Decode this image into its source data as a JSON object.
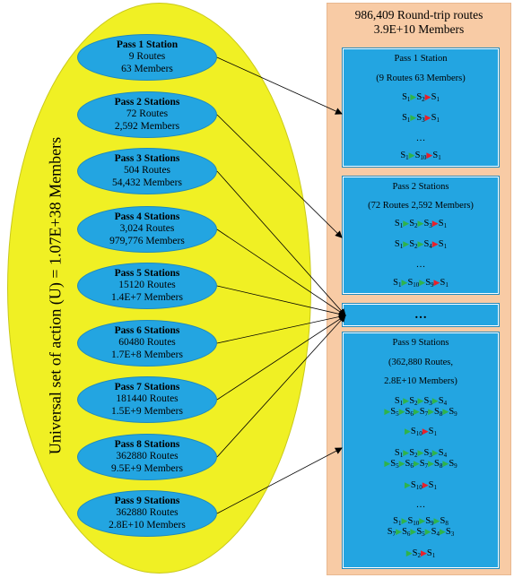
{
  "universal_label": "Universal set of action  (U) = 1.07E+38 Members",
  "panel": {
    "title_line1": "986,409 Round-trip routes",
    "title_line2": "3.9E+10 Members"
  },
  "passes": [
    {
      "title": "Pass 1 Station",
      "routes": "9 Routes",
      "members": "63 Members"
    },
    {
      "title": "Pass 2 Stations",
      "routes": "72 Routes",
      "members": "2,592 Members"
    },
    {
      "title": "Pass 3 Stations",
      "routes": "504 Routes",
      "members": "54,432 Members"
    },
    {
      "title": "Pass 4 Stations",
      "routes": "3,024 Routes",
      "members": "979,776 Members"
    },
    {
      "title": "Pass 5 Stations",
      "routes": "15120 Routes",
      "members": "1.4E+7 Members"
    },
    {
      "title": "Pass 6 Stations",
      "routes": "60480 Routes",
      "members": "1.7E+8 Members"
    },
    {
      "title": "Pass 7 Stations",
      "routes": "181440 Routes",
      "members": "1.5E+9 Members"
    },
    {
      "title": "Pass 8 Stations",
      "routes": "362880 Routes",
      "members": "9.5E+9 Members"
    },
    {
      "title": "Pass 9 Stations",
      "routes": "362880 Routes",
      "members": "2.8E+10 Members"
    }
  ],
  "box1": {
    "title": "Pass 1 Station",
    "summary": "(9 Routes 63 Members)",
    "dots": "…",
    "s": "S",
    "sub": {
      "a": "1",
      "b": "2",
      "c": "3",
      "d": "10"
    }
  },
  "box2": {
    "title": "Pass 2 Stations",
    "summary": "(72 Routes 2,592 Members)",
    "dots": "…",
    "sub": {
      "a": "1",
      "b": "2",
      "c": "3",
      "d": "4",
      "e": "10",
      "f": "9"
    }
  },
  "ellipsis_box": "…",
  "box9": {
    "title": "Pass 9 Stations",
    "summary1": "(362,880 Routes,",
    "summary2": "2.8E+10 Members)",
    "dots": "…",
    "n": {
      "n1": "1",
      "n2": "2",
      "n3": "3",
      "n4": "4",
      "n5": "5",
      "n6": "6",
      "n7": "7",
      "n8": "8",
      "n9": "9",
      "n10": "10"
    }
  }
}
